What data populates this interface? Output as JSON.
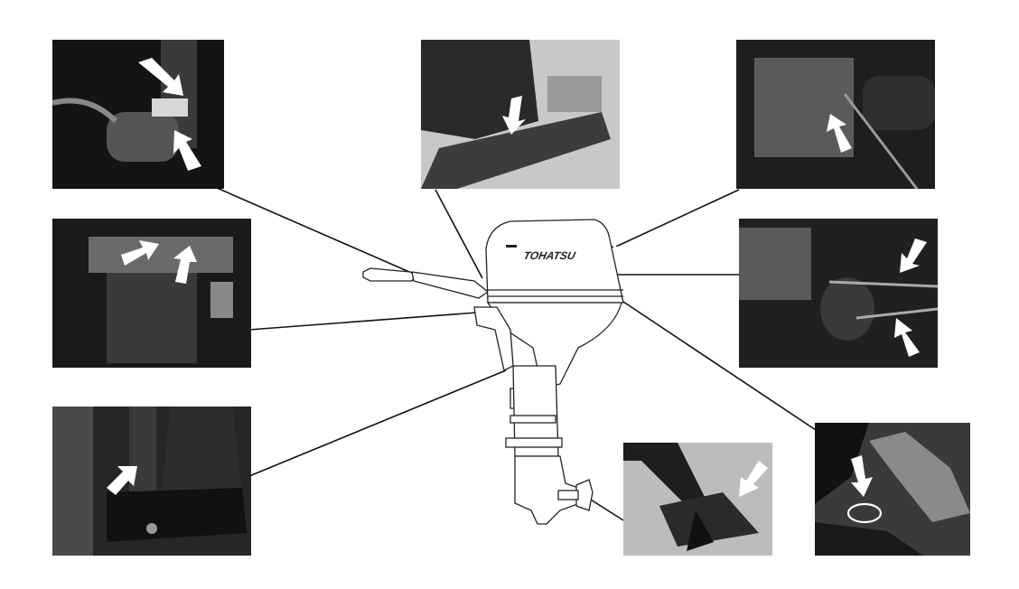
{
  "figure": {
    "brand_text": "TOHATSU",
    "photos": [
      {
        "id": "photo-1",
        "description_icon": "arrow-icon"
      },
      {
        "id": "photo-2",
        "description_icon": "arrow-icon"
      },
      {
        "id": "photo-3",
        "description_icon": "arrow-icon"
      },
      {
        "id": "photo-4",
        "description_icon": "arrow-icon"
      },
      {
        "id": "photo-5",
        "description_icon": "arrow-icon"
      },
      {
        "id": "photo-6",
        "description_icon": "arrow-icon"
      },
      {
        "id": "photo-7",
        "description_icon": "arrow-icon"
      },
      {
        "id": "photo-8",
        "description_icon": "arrow-icon"
      }
    ],
    "colors": {
      "line": "#111111",
      "arrow": "#ffffff",
      "photo_dark": "#1a1a1a",
      "photo_light": "#bdbdbd"
    }
  }
}
